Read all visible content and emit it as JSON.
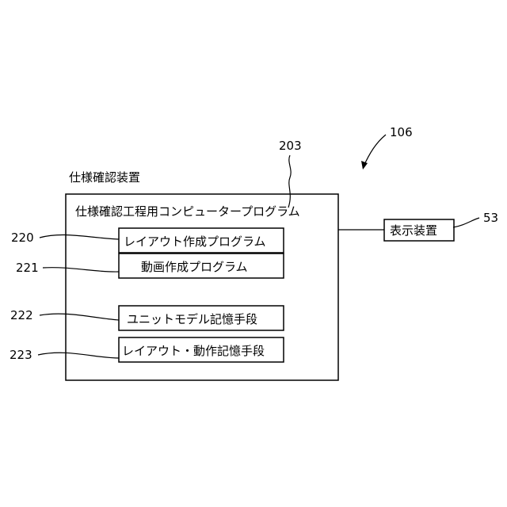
{
  "diagram": {
    "outer_label": "仕様確認装置",
    "main_program_label": "仕様確認工程用コンピュータープログラム",
    "modules": [
      {
        "label": "レイアウト作成プログラム",
        "ref": "220"
      },
      {
        "label": "動画作成プログラム",
        "ref": "221"
      },
      {
        "label": "ユニットモデル記憶手段",
        "ref": "222"
      },
      {
        "label": "レイアウト・動作記憶手段",
        "ref": "223"
      }
    ],
    "display_device_label": "表示装置",
    "refs": {
      "system": "106",
      "program": "203",
      "display": "53"
    }
  }
}
